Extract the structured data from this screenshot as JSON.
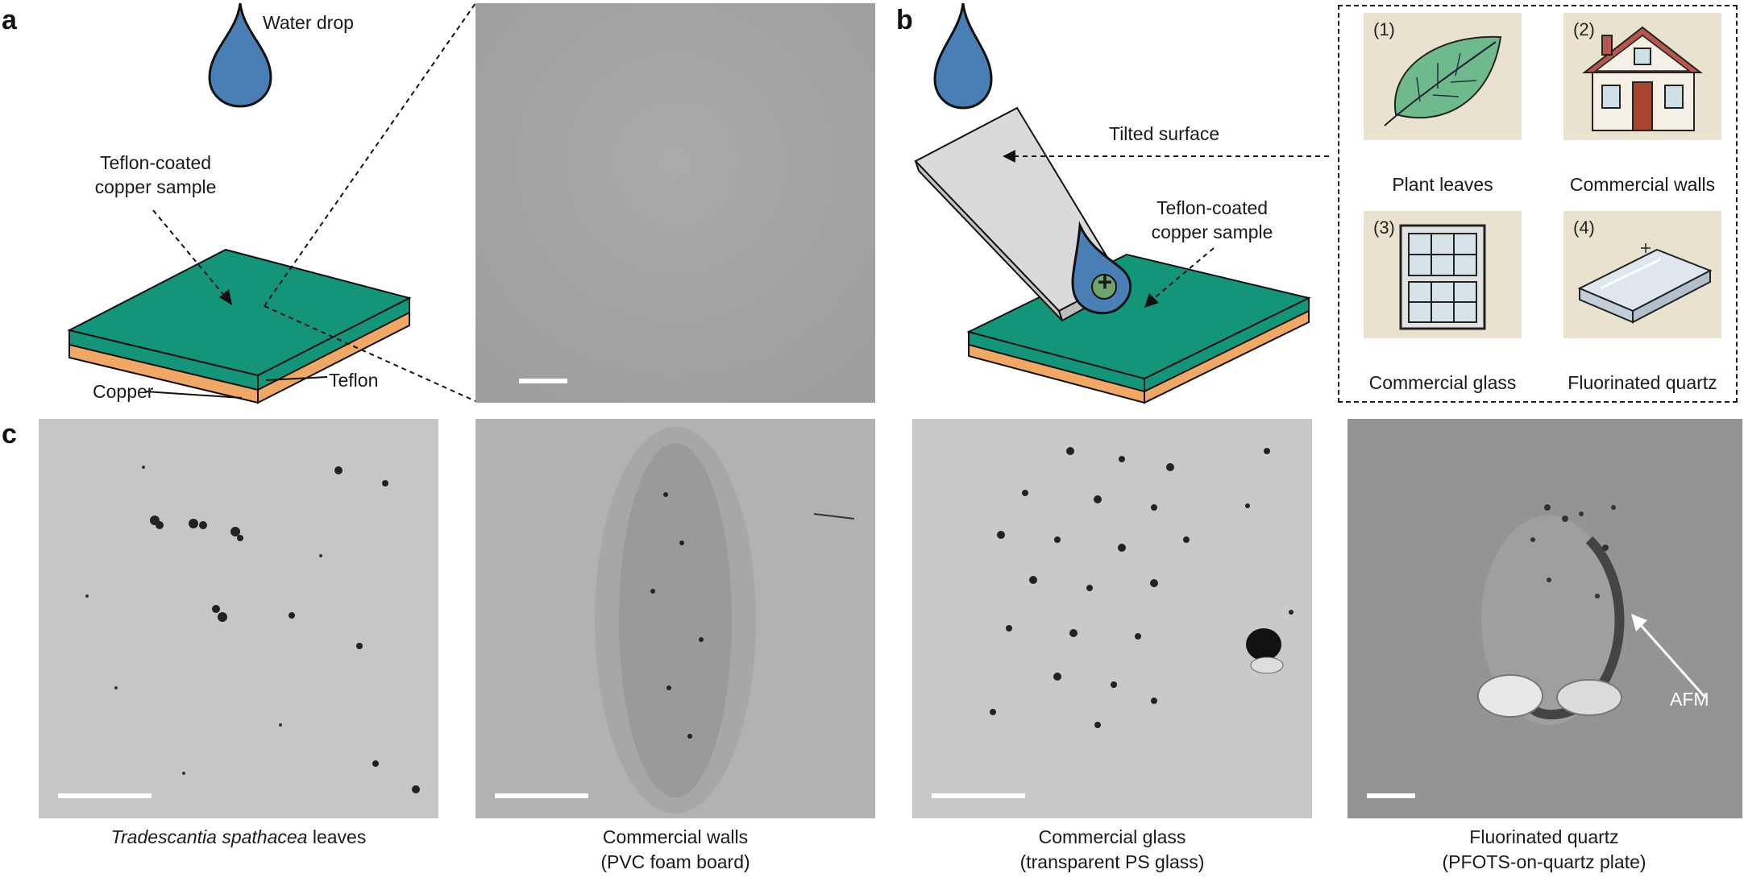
{
  "panel_a": {
    "letter": "a",
    "water_drop_label": "Water drop",
    "sample_label_line1": "Teflon-coated",
    "sample_label_line2": "copper sample",
    "copper_label": "Copper",
    "teflon_label": "Teflon"
  },
  "panel_b": {
    "letter": "b",
    "tilted_label": "Tilted surface",
    "sample_label_line1": "Teflon-coated",
    "sample_label_line2": "copper sample",
    "charge_symbol": "+",
    "surfaces": [
      {
        "num": "(1)",
        "label": "Plant leaves",
        "icon": "leaf-icon"
      },
      {
        "num": "(2)",
        "label": "Commercial walls",
        "icon": "house-icon"
      },
      {
        "num": "(3)",
        "label": "Commercial glass",
        "icon": "window-icon"
      },
      {
        "num": "(4)",
        "label": "Fluorinated quartz",
        "icon": "quartz-plate-icon"
      }
    ]
  },
  "panel_c": {
    "letter": "c",
    "afm_label": "AFM",
    "captions": [
      {
        "line1_italic": "Tradescantia spathacea",
        "line1_rest": " leaves",
        "line2": ""
      },
      {
        "line1_italic": "",
        "line1_rest": "Commercial walls",
        "line2": "(PVC foam board)"
      },
      {
        "line1_italic": "",
        "line1_rest": "Commercial glass",
        "line2": "(transparent PS glass)"
      },
      {
        "line1_italic": "",
        "line1_rest": "Fluorinated quartz",
        "line2": "(PFOTS-on-quartz plate)"
      }
    ]
  },
  "colors": {
    "drop": "#4a7fb5",
    "teflon": "#14957a",
    "copper": "#f0a866",
    "micrograph_light": "#c8c8c8",
    "micrograph_mid": "#a9a9a9",
    "micrograph_dark": "#8f8f8f"
  }
}
